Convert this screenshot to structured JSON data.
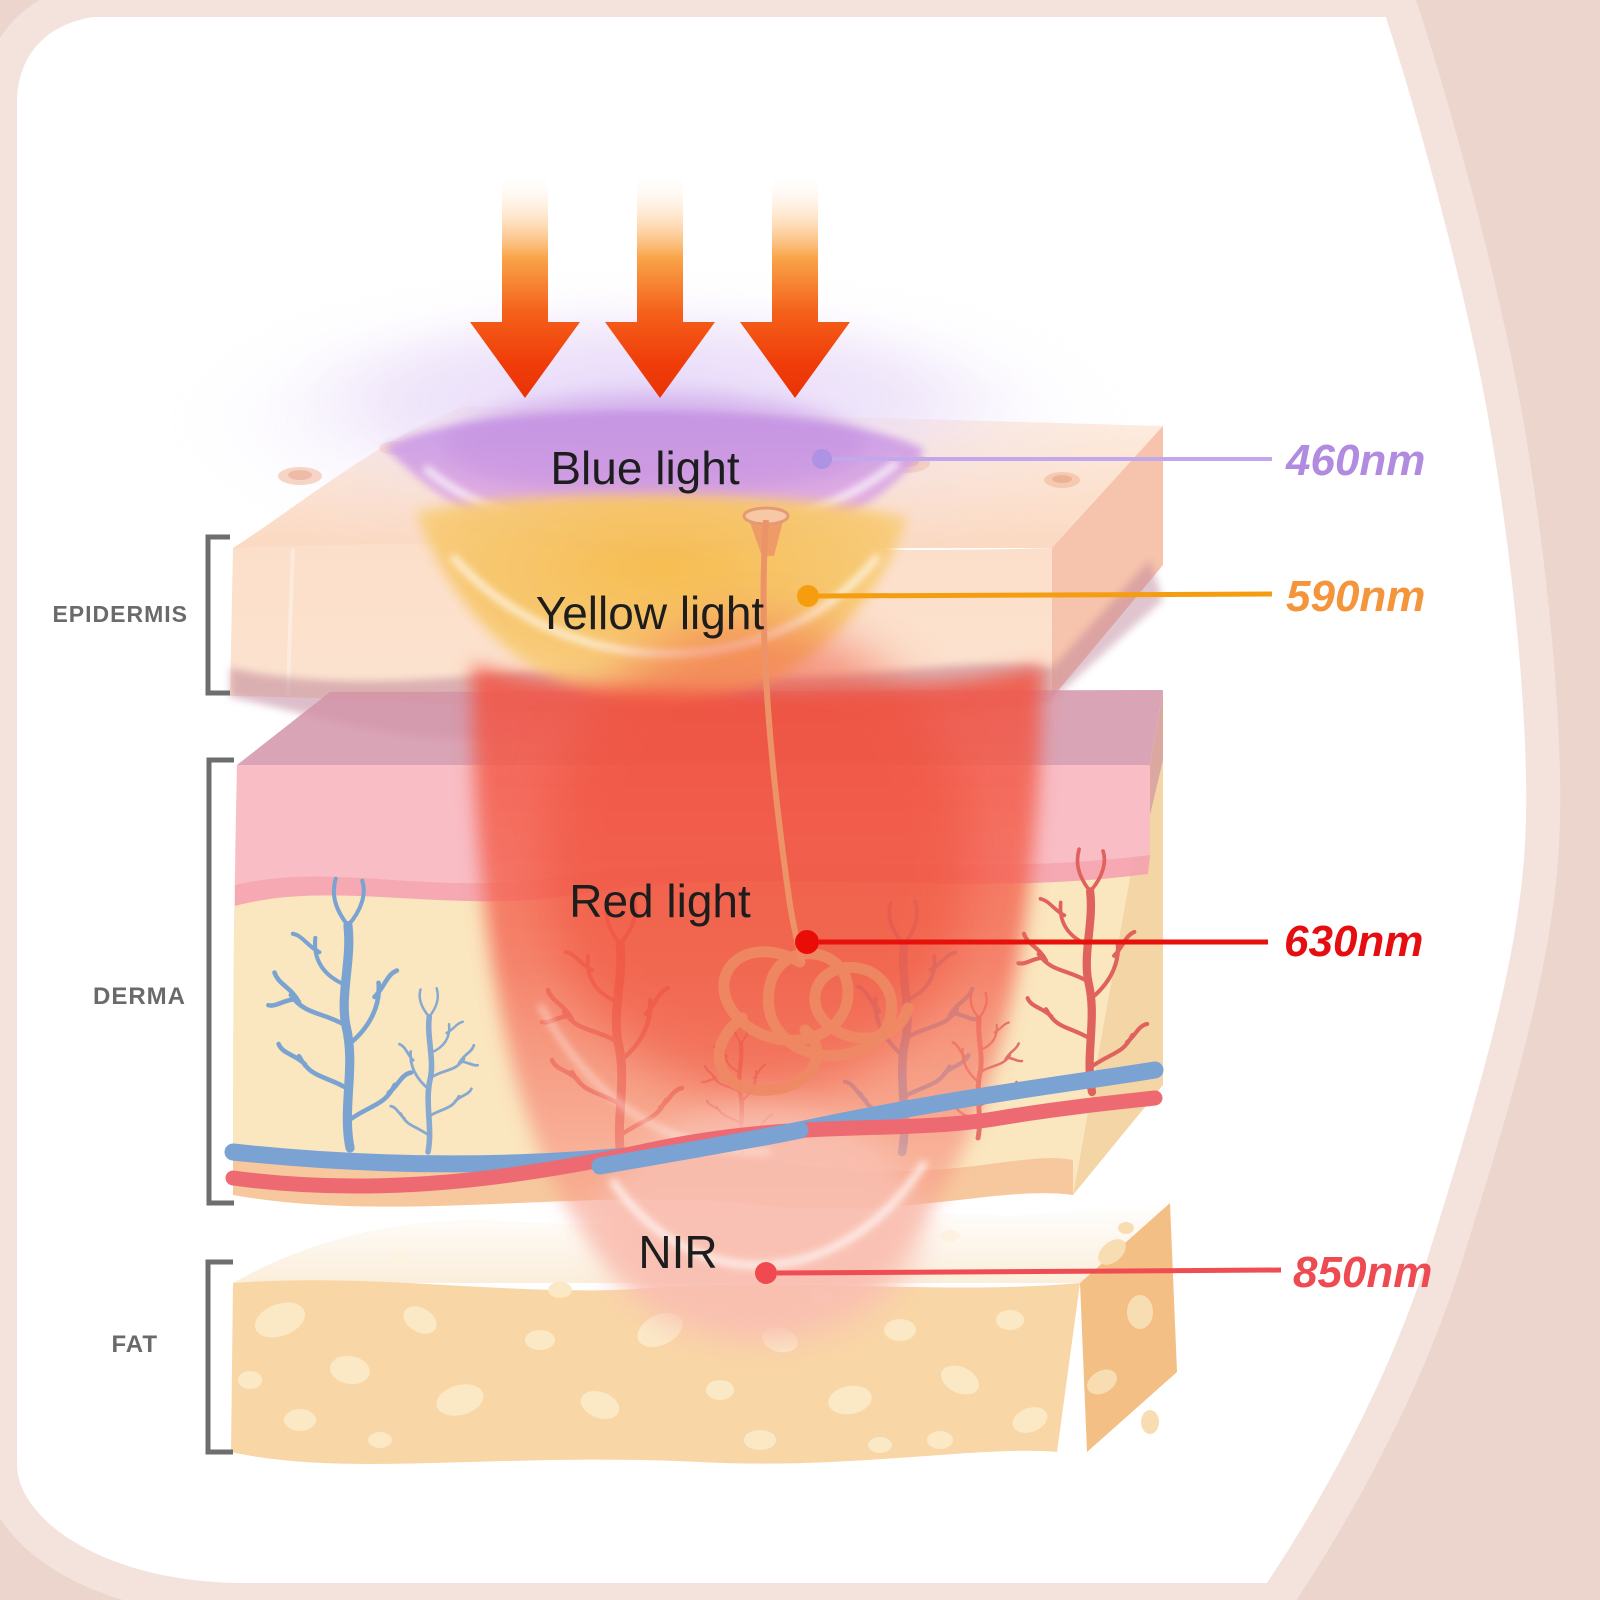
{
  "diagram": {
    "subject": "light-wavelength-skin-penetration",
    "lights": [
      {
        "label": "Blue light",
        "wavelength": "460nm",
        "accent_color": "#b18be0",
        "line_color": "#c3a7ec",
        "dot_color": "#ae92e4"
      },
      {
        "label": "Yellow light",
        "wavelength": "590nm",
        "accent_color": "#f4953b",
        "line_color": "#f59d10",
        "dot_color": "#f59d0e"
      },
      {
        "label": "Red light",
        "wavelength": "630nm",
        "accent_color": "#e60d10",
        "line_color": "#e7110b",
        "dot_color": "#ea0d07"
      },
      {
        "label": "NIR",
        "wavelength": "850nm",
        "accent_color": "#ee4a52",
        "line_color": "#ef4d53",
        "dot_color": "#f04a50"
      }
    ],
    "layers": [
      {
        "label": "EPIDERMIS"
      },
      {
        "label": "DERMA"
      },
      {
        "label": "FAT"
      }
    ],
    "colors": {
      "background": "#ecd5cd",
      "circle": "#ffffff",
      "circle_ring": "#f4e3dc",
      "layer_label": "#6a6a6a",
      "bracket": "#6e6e6e",
      "arrow_hot": "#ee3a07"
    },
    "icons": {
      "arrows": "down-arrow-icon",
      "arrow_count": 3
    }
  }
}
